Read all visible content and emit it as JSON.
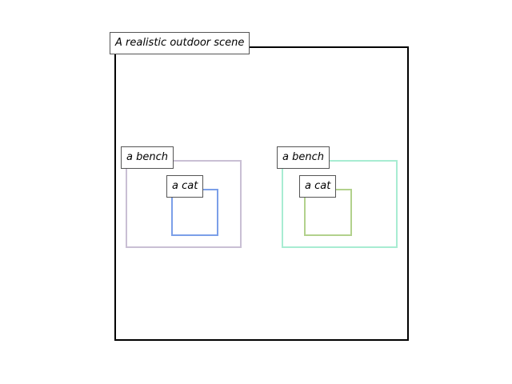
{
  "scene": {
    "caption": "A realistic outdoor scene"
  },
  "objects": [
    {
      "label": "a bench",
      "color": "#c9bfd4"
    },
    {
      "label": "a cat",
      "color": "#7b9fe8"
    },
    {
      "label": "a bench",
      "color": "#a8ecd2"
    },
    {
      "label": "a cat",
      "color": "#b2d18c"
    }
  ]
}
